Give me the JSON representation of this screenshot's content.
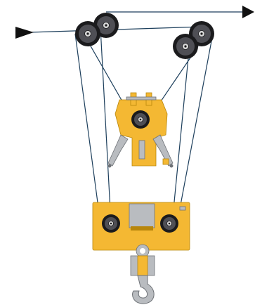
{
  "diagram": {
    "kind": "pulley-reeving",
    "colors": {
      "background": "#ffffff",
      "rope": "#1d3f5c",
      "sheave_dark": "#4f4f55",
      "sheave_ring": "#1b1b1d",
      "sheave_hub": "#d6d6d6",
      "frame_yellow": "#f4b833",
      "frame_edge": "#b8860b",
      "steel_grey": "#b9bcc0",
      "steel_dark": "#6e7277",
      "arrow": "#111111"
    },
    "parts": {
      "crown_sheaves": 4,
      "middle_block_sheaves": 1,
      "hook_block_sheaves": 2,
      "arrows": 2
    }
  }
}
